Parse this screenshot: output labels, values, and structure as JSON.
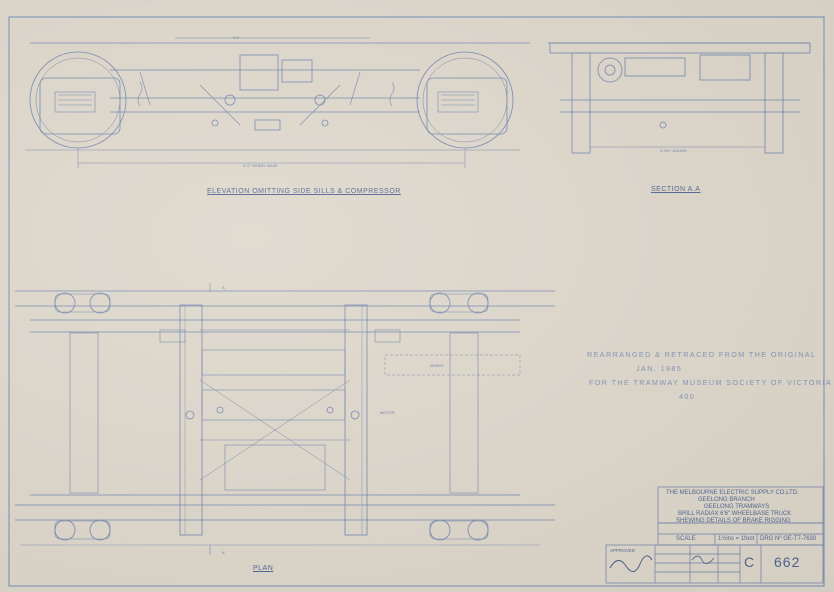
{
  "views": {
    "elevation": "ELEVATION  OMITTING SIDE SILLS & COMPRESSOR",
    "section": "SECTION A.A",
    "plan": "PLAN"
  },
  "dims": {
    "top": "6'4\"",
    "wheelbase": "6'-0\" WHEEL BASE",
    "section": "4'-8½\" GAUGE"
  },
  "markers": {
    "a_top": "A",
    "a_bottom": "A"
  },
  "plan_labels": {
    "motor": "MOTOR",
    "wheel": "WHEEL"
  },
  "notes": [
    "REARRANGED & RETRACED FROM THE ORIGINAL",
    "JAN. 1985",
    "FOR THE TRAMWAY MUSEUM SOCIETY OF VICTORIA",
    "400"
  ],
  "title_block": {
    "company": "THE MELBOURNE ELECTRIC SUPPLY CO.LTD.",
    "branch": "GEELONG BRANCH",
    "title_1": "GEELONG TRAMWAYS",
    "title_2": "BRILL RADIAX 6'6\" WHEELBASE TRUCK",
    "title_3": "SHEWING DETAILS OF BRAKE RIGGING",
    "scale_label": "SCALE",
    "scale_value": "1½ins = 1foot",
    "drawing_no": "DRG Nº GE-T7-7630",
    "approved": "APPROVED",
    "sheet_letter": "C",
    "sheet_number": "662"
  }
}
